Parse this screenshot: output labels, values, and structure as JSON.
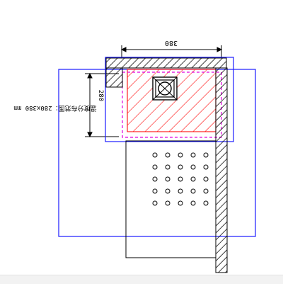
{
  "drawing": {
    "dimension_width_label": "380",
    "dimension_height_label": "280",
    "region_note": "温度分布范围：280x380 mm",
    "colors": {
      "outline_blue": "#1a1aff",
      "hatch_red": "#ff2020",
      "hatch_black": "#000000",
      "dashed_magenta": "#e000e0"
    },
    "hole_grid": {
      "rows": 5,
      "cols": 5
    }
  }
}
